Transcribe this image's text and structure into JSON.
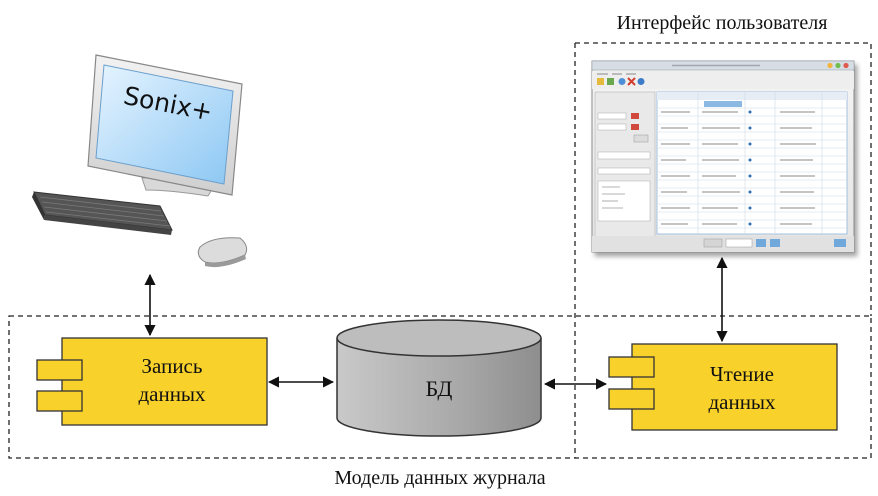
{
  "labels": {
    "ui_region": "Интерфейс пользователя",
    "model_region": "Модель данных журнала",
    "write_component_line1": "Запись",
    "write_component_line2": "данных",
    "read_component_line1": "Чтение",
    "read_component_line2": "данных",
    "database": "БД",
    "monitor_brand": "Sonix+"
  },
  "icons": {
    "computer": "desktop-computer-icon",
    "database": "database-cylinder-icon",
    "window": "app-window-screenshot",
    "arrow": "double-arrow-icon"
  },
  "colors": {
    "component_fill": "#f8d12b",
    "component_stroke": "#333333",
    "db_fill": "#a9a9a9",
    "db_stroke": "#333333",
    "dashed_border": "#222222",
    "screen_blue": "#5aa9e6"
  }
}
